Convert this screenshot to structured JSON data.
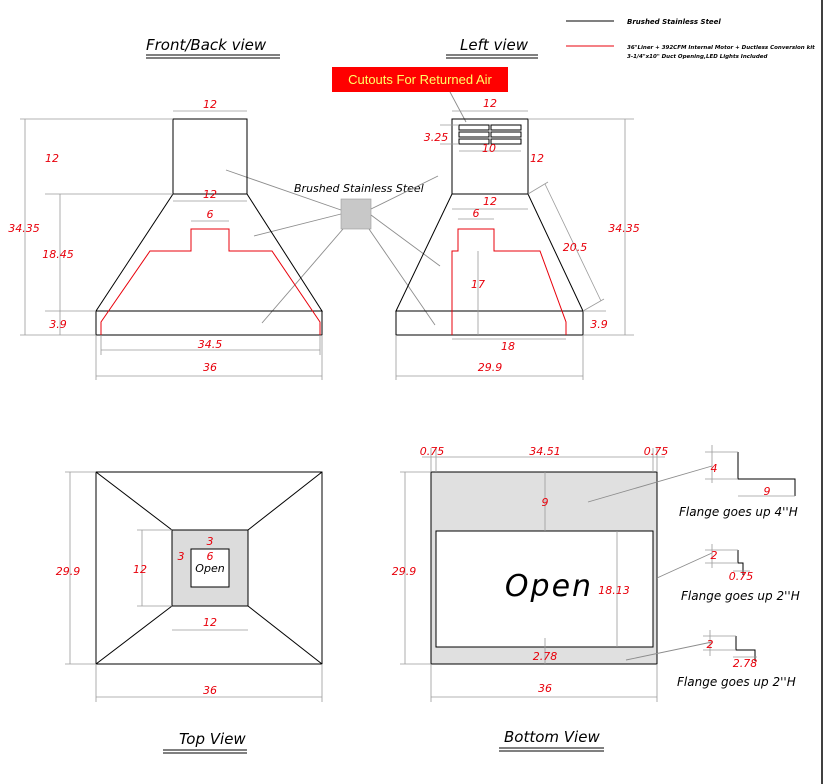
{
  "legend": {
    "black_line_label": "Brushed Stainless Steel",
    "red_line_label": "36\"Liner + 392CFM Internal Motor + Ductless Conversion kit",
    "red_line_label2": "3-1/4\"x10\" Duct Opening,LED Lights Included"
  },
  "views": {
    "front": "Front/Back view",
    "left": "Left view",
    "top": "Top View",
    "bottom": "Bottom View"
  },
  "callout": "Cutouts For Returned Air",
  "material_label": "Brushed Stainless Steel",
  "front_dims": {
    "chimney_width": "12",
    "chimney_height": "12",
    "hood_top_width": "12",
    "liner_duct_width": "6",
    "total_height": "34.35",
    "hood_height": "18.45",
    "base_height": "3.9",
    "liner_width": "34.5",
    "total_width": "36"
  },
  "left_dims": {
    "chimney_width": "12",
    "vent_height": "3.25",
    "vent_width": "10",
    "chimney_height": "12",
    "hood_top_depth": "12",
    "duct_width": "6",
    "slope_length": "20.5",
    "total_height": "34.35",
    "liner_height": "17",
    "base_height": "3.9",
    "liner_depth": "18",
    "total_depth": "29.9"
  },
  "top_dims": {
    "depth": "29.9",
    "chimney_size": "12",
    "inner_offset_top": "3",
    "inner_offset_left": "3",
    "opening_size": "6",
    "opening_label": "Open",
    "chimney_width": "12",
    "total_width": "36"
  },
  "bottom_dims": {
    "left_margin": "0.75",
    "inner_width": "34.51",
    "right_margin": "0.75",
    "front_flange": "9",
    "depth": "29.9",
    "opening_label": "Open",
    "opening_depth": "18.13",
    "back_flange": "2.78",
    "total_width": "36"
  },
  "flanges": [
    {
      "height": "4",
      "width": "9",
      "label": "Flange goes up 4''H"
    },
    {
      "height": "2",
      "width": "0.75",
      "label": "Flange goes up 2''H"
    },
    {
      "height": "2",
      "width": "2.78",
      "label": "Flange goes up 2''H"
    }
  ],
  "colors": {
    "outline": "#000000",
    "liner": "#e8000b",
    "callout_bg": "#ff0000",
    "callout_text": "#ffff66",
    "flange_fill": "#e0e0e0",
    "swatch": "#c8c8c8"
  }
}
